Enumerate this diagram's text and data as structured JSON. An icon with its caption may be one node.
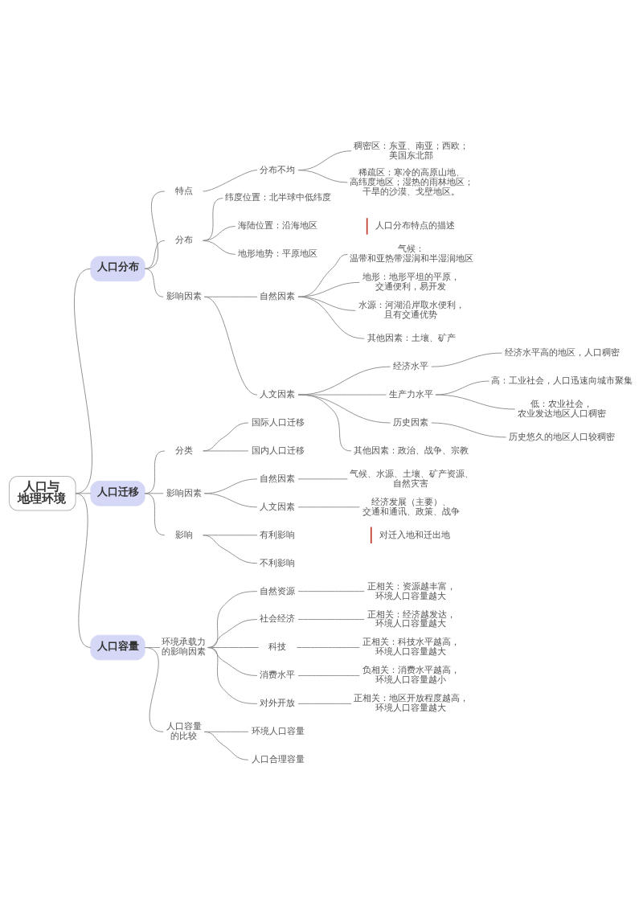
{
  "diagram": {
    "nodes": [
      {
        "text": [
          "人口与地理环境"
        ]
      },
      {
        "text": [
          "人口分布"
        ]
      },
      {
        "text": [
          "特点"
        ]
      },
      {
        "text": [
          "分布不均"
        ]
      },
      {
        "text": [
          "稠密区：东亚、南亚；西欧；美国东北部"
        ]
      },
      {
        "text": [
          "稀疏区：寒冷的高原山地、高纬度地区；湿热的雨林地区；干旱的沙漠、戈壁地区。"
        ]
      },
      {
        "text": [
          "分布"
        ]
      },
      {
        "text": [
          "纬度位置：北半球中低纬度"
        ]
      },
      {
        "text": [
          "海陆位置：沿海地区"
        ]
      },
      {
        "text": [
          "地形地势：平原地区"
        ]
      },
      {
        "text": [
          "影响因素"
        ]
      },
      {
        "text": [
          "自然因素"
        ]
      },
      {
        "text": [
          "气候：温带和亚热带湿润和半湿润地区"
        ]
      },
      {
        "text": [
          "地形：地形平坦的平原，交通便利，易开发"
        ]
      },
      {
        "text": [
          "水源：河湖沿岸取水便利，且有交通优势"
        ]
      },
      {
        "text": [
          "其他因素：土壤、矿产"
        ]
      },
      {
        "text": [
          "人文因素"
        ]
      },
      {
        "text": [
          "经济水平"
        ]
      },
      {
        "text": [
          "经济水平高的地区，人口稠密"
        ]
      },
      {
        "text": [
          "生产力水平"
        ]
      },
      {
        "text": [
          "高：工业社会，人口迅速向城市聚集"
        ]
      },
      {
        "text": [
          "低：农业社会，农业发达地区人口稠密"
        ]
      },
      {
        "text": [
          "历史因素"
        ]
      },
      {
        "text": [
          "历史悠久的地区人口较稠密"
        ]
      },
      {
        "text": [
          "其他因素：政治、战争、宗教"
        ]
      },
      {
        "text": [
          "人口迁移"
        ]
      },
      {
        "text": [
          "分类"
        ]
      },
      {
        "text": [
          "国际人口迁移"
        ]
      },
      {
        "text": [
          "国内人口迁移"
        ]
      },
      {
        "text": [
          "影响因素"
        ]
      },
      {
        "text": [
          "自然因素"
        ]
      },
      {
        "text": [
          "气候、水源、土壤、矿产资源、自然灾害"
        ]
      },
      {
        "text": [
          "人文因素"
        ]
      },
      {
        "text": [
          "经济发展（主要）、交通和通讯、政策、战争"
        ]
      },
      {
        "text": [
          "影响"
        ]
      },
      {
        "text": [
          "有利影响"
        ]
      },
      {
        "text": [
          "不利影响"
        ]
      },
      {
        "text": [
          "人口容量"
        ]
      },
      {
        "text": [
          "环境承载力的影响因素"
        ]
      },
      {
        "text": [
          "自然资源"
        ]
      },
      {
        "text": [
          "正相关：资源越丰富，环境人口容量越大"
        ]
      },
      {
        "text": [
          "社会经济"
        ]
      },
      {
        "text": [
          "正相关：经济越发达，环境人口容量越大"
        ]
      },
      {
        "text": [
          "科技"
        ]
      },
      {
        "text": [
          "正相关：科技水平越高，环境人口容量越大"
        ]
      },
      {
        "text": [
          "消费水平"
        ]
      },
      {
        "text": [
          "负相关：消费水平越高，环境人口容量越小"
        ]
      },
      {
        "text": [
          "对外开放"
        ]
      },
      {
        "text": [
          "正相关：地区开放程度越高，环境人口容量越大"
        ]
      },
      {
        "text": [
          "人口容量的比较"
        ]
      },
      {
        "text": [
          "环境人口容量"
        ]
      },
      {
        "text": [
          "人口合理容量"
        ]
      }
    ],
    "edges": [
      {
        "from": 0,
        "to": 1,
        "arrow": "none"
      },
      {
        "from": 0,
        "to": 25,
        "arrow": "none"
      },
      {
        "from": 0,
        "to": 37,
        "arrow": "none"
      },
      {
        "from": 1,
        "to": 2,
        "arrow": "none"
      },
      {
        "from": 2,
        "to": 3,
        "arrow": "none"
      },
      {
        "from": 3,
        "to": 4,
        "arrow": "none"
      },
      {
        "from": 3,
        "to": 5,
        "arrow": "none"
      },
      {
        "from": 1,
        "to": 6,
        "arrow": "none"
      },
      {
        "from": 6,
        "to": 7,
        "arrow": "none"
      },
      {
        "from": 6,
        "to": 8,
        "arrow": "none"
      },
      {
        "from": 6,
        "to": 9,
        "arrow": "none"
      },
      {
        "from": 1,
        "to": 10,
        "arrow": "none"
      },
      {
        "from": 10,
        "to": 11,
        "arrow": "none"
      },
      {
        "from": 11,
        "to": 12,
        "arrow": "none"
      },
      {
        "from": 11,
        "to": 13,
        "arrow": "none"
      },
      {
        "from": 11,
        "to": 14,
        "arrow": "none"
      },
      {
        "from": 11,
        "to": 15,
        "arrow": "none"
      },
      {
        "from": 10,
        "to": 16,
        "arrow": "none"
      },
      {
        "from": 16,
        "to": 17,
        "arrow": "none"
      },
      {
        "from": 17,
        "to": 18,
        "arrow": "none"
      },
      {
        "from": 16,
        "to": 19,
        "arrow": "none"
      },
      {
        "from": 19,
        "to": 20,
        "arrow": "none"
      },
      {
        "from": 19,
        "to": 21,
        "arrow": "none"
      },
      {
        "from": 16,
        "to": 22,
        "arrow": "none"
      },
      {
        "from": 22,
        "to": 23,
        "arrow": "none"
      },
      {
        "from": 16,
        "to": 24,
        "arrow": "none"
      },
      {
        "from": 25,
        "to": 26,
        "arrow": "none"
      },
      {
        "from": 26,
        "to": 27,
        "arrow": "none"
      },
      {
        "from": 26,
        "to": 28,
        "arrow": "none"
      },
      {
        "from": 25,
        "to": 29,
        "arrow": "none"
      },
      {
        "from": 29,
        "to": 30,
        "arrow": "none"
      },
      {
        "from": 30,
        "to": 31,
        "arrow": "none"
      },
      {
        "from": 29,
        "to": 32,
        "arrow": "none"
      },
      {
        "from": 32,
        "to": 33,
        "arrow": "none"
      },
      {
        "from": 25,
        "to": 34,
        "arrow": "none"
      },
      {
        "from": 34,
        "to": 35,
        "arrow": "none"
      },
      {
        "from": 34,
        "to": 36,
        "arrow": "none"
      },
      {
        "from": 37,
        "to": 38,
        "arrow": "none"
      },
      {
        "from": 38,
        "to": 39,
        "arrow": "none"
      },
      {
        "from": 39,
        "to": 40,
        "arrow": "none"
      },
      {
        "from": 38,
        "to": 41,
        "arrow": "none"
      },
      {
        "from": 41,
        "to": 42,
        "arrow": "none"
      },
      {
        "from": 38,
        "to": 43,
        "arrow": "none"
      },
      {
        "from": 43,
        "to": 44,
        "arrow": "none"
      },
      {
        "from": 38,
        "to": 45,
        "arrow": "none"
      },
      {
        "from": 45,
        "to": 46,
        "arrow": "none"
      },
      {
        "from": 38,
        "to": 47,
        "arrow": "none"
      },
      {
        "from": 47,
        "to": 48,
        "arrow": "none"
      },
      {
        "from": 37,
        "to": 49,
        "arrow": "none"
      },
      {
        "from": 49,
        "to": 50,
        "arrow": "none"
      },
      {
        "from": 49,
        "to": 51,
        "arrow": "none"
      }
    ],
    "labels": [
      "人口分布特点的描述",
      "对迁入地和迁出地"
    ]
  }
}
